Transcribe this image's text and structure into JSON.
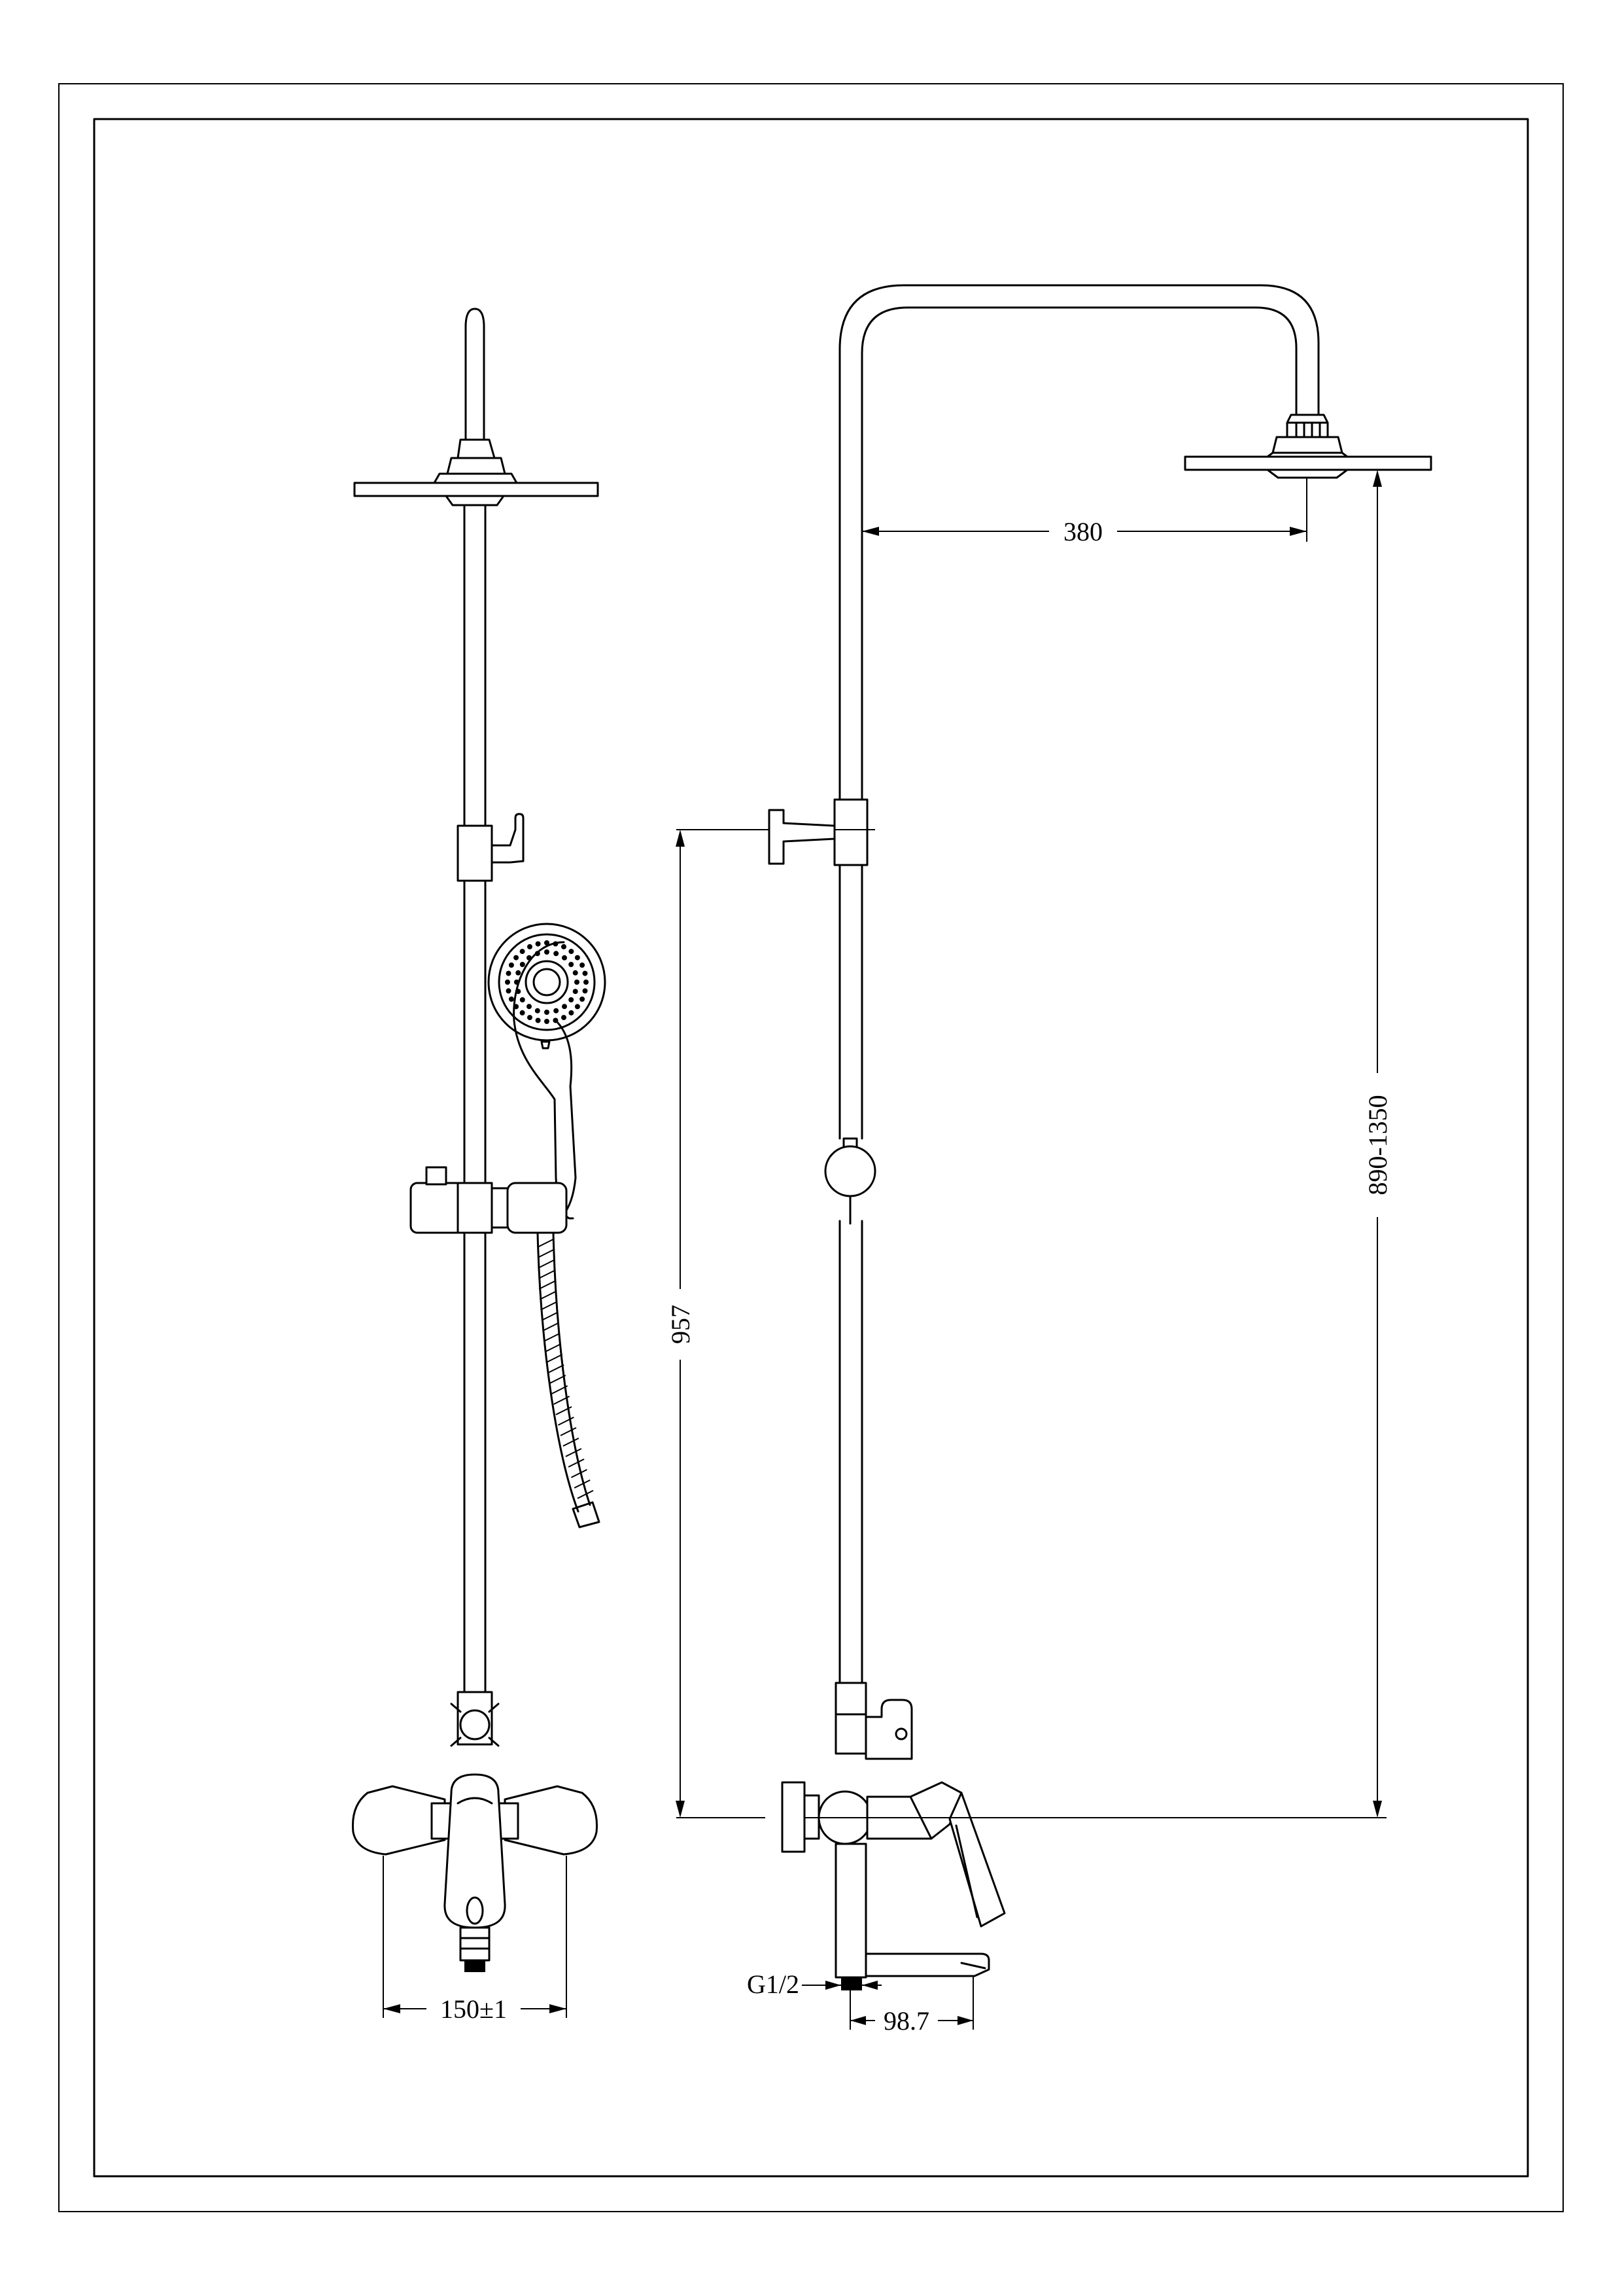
{
  "dimensions": {
    "arm_reach": "380",
    "height_range": "890-1350",
    "bar_height": "957",
    "inlet_spacing": "150±1",
    "thread": "G1/2",
    "spout_projection": "98.7"
  }
}
